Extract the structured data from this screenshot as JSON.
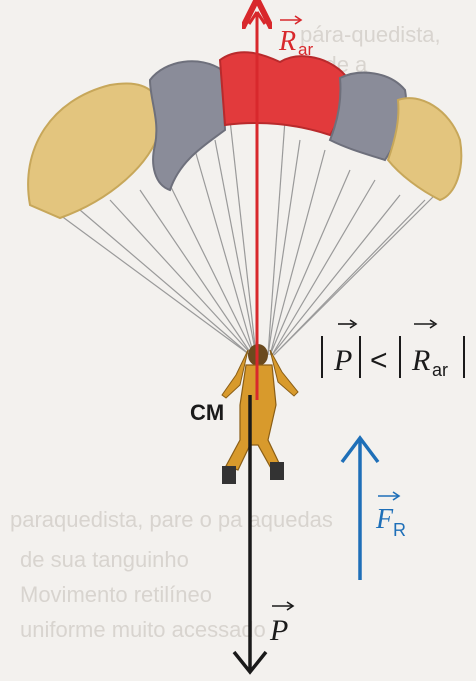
{
  "labels": {
    "air_resistance": {
      "symbol": "R",
      "subscript": "ar",
      "color": "#d8282c"
    },
    "weight": {
      "symbol": "P",
      "color": "#1a1a1a"
    },
    "resultant": {
      "symbol": "F",
      "subscript": "R",
      "color": "#1e6fb8"
    },
    "center_of_mass": "CM",
    "inequality": {
      "left": "P",
      "operator": "<",
      "right": "R",
      "right_subscript": "ar"
    }
  },
  "background_text": [
    "pára-quedista, pode a",
    "paraquedista, pare o pa aquedas",
    "de sua tanguinho",
    "Movimento retilíneo",
    "uniforme muito acessado"
  ],
  "colors": {
    "canopy_yellow": "#e3c57e",
    "canopy_gray": "#8a8c99",
    "canopy_red": "#e23a3c",
    "suit": "#d89a2c"
  }
}
